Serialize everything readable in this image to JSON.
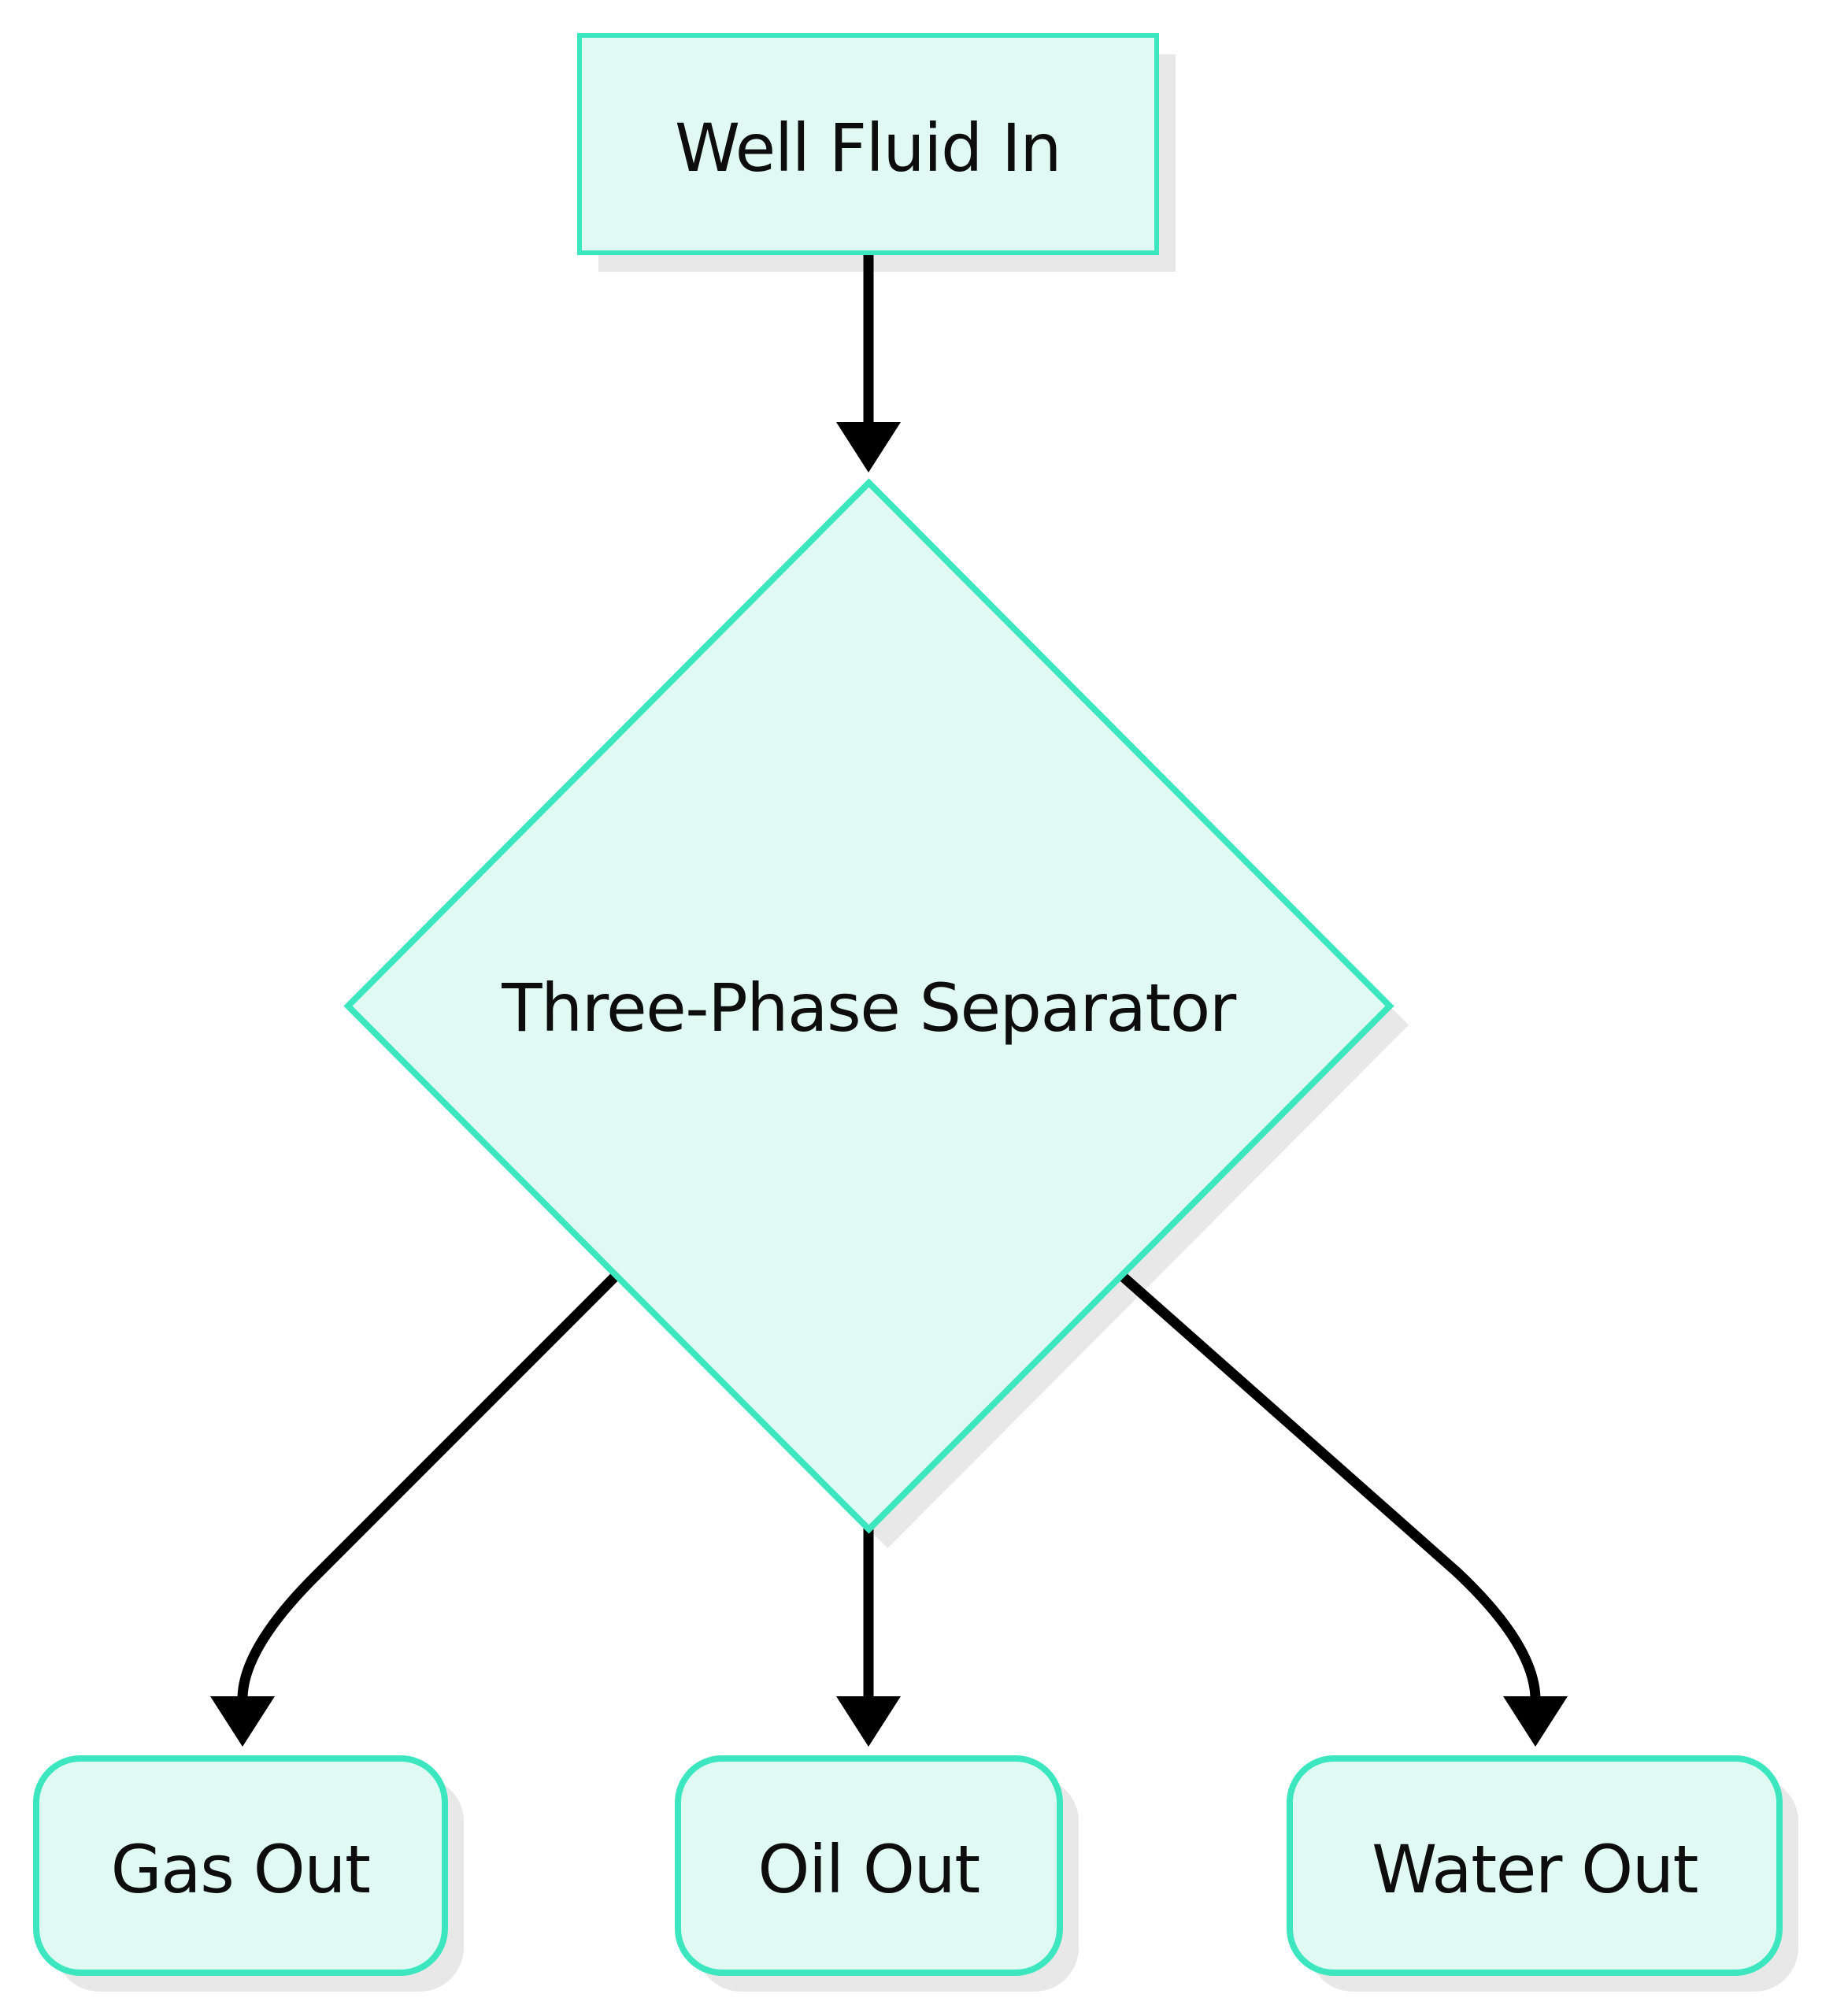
{
  "diagram": {
    "title": "Three-phase separator flowchart",
    "colors": {
      "node_fill": "#e0faf3",
      "node_border": "#3ce6be",
      "shadow": "#e8e8e8",
      "arrow": "#000000",
      "text": "#0d0d0d",
      "background": "#ffffff"
    },
    "nodes": {
      "well_fluid_in": {
        "label": "Well Fluid In",
        "shape": "rectangle"
      },
      "separator": {
        "label": "Three-Phase Separator",
        "shape": "diamond"
      },
      "gas_out": {
        "label": "Gas Out",
        "shape": "rounded-rectangle"
      },
      "oil_out": {
        "label": "Oil Out",
        "shape": "rounded-rectangle"
      },
      "water_out": {
        "label": "Water Out",
        "shape": "rounded-rectangle"
      }
    },
    "edges": [
      {
        "from": "well_fluid_in",
        "to": "separator"
      },
      {
        "from": "separator",
        "to": "gas_out"
      },
      {
        "from": "separator",
        "to": "oil_out"
      },
      {
        "from": "separator",
        "to": "water_out"
      }
    ]
  }
}
